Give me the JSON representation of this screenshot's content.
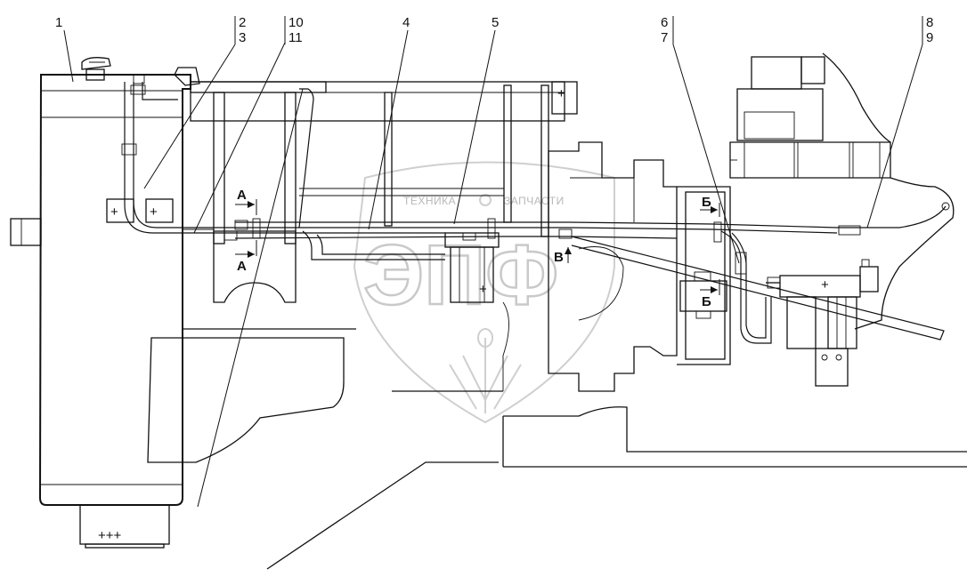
{
  "part_labels": [
    {
      "id": "1",
      "text": "1"
    },
    {
      "id": "2",
      "text": "2"
    },
    {
      "id": "3",
      "text": "3"
    },
    {
      "id": "4",
      "text": "4"
    },
    {
      "id": "5",
      "text": "5"
    },
    {
      "id": "6",
      "text": "6"
    },
    {
      "id": "7",
      "text": "7"
    },
    {
      "id": "8",
      "text": "8"
    },
    {
      "id": "9",
      "text": "9"
    },
    {
      "id": "10",
      "text": "10"
    },
    {
      "id": "11",
      "text": "11"
    }
  ],
  "section_marks": {
    "a": "А",
    "b": "Б",
    "v": "В"
  },
  "watermark": {
    "top_left": "ТЕХНИКА",
    "top_right": "ЗАПЧАСТИ",
    "big": "ЭПФ"
  },
  "colors": {
    "ink": "#111111",
    "watermark": "#c9c9c9"
  }
}
